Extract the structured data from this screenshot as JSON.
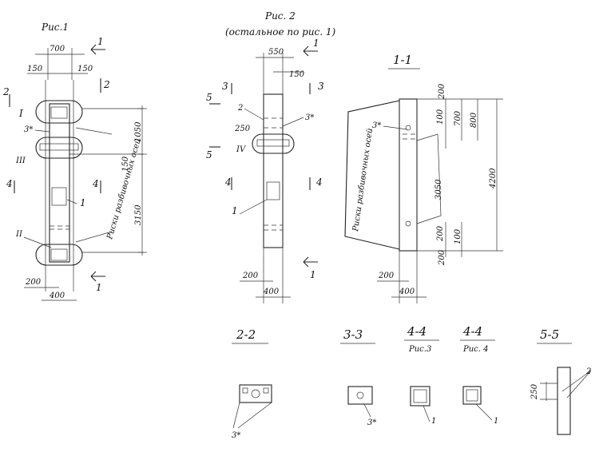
{
  "figures": {
    "fig1": {
      "title": "Рис.1"
    },
    "fig2": {
      "title": "Рис. 2",
      "subtitle": "(остальное по рис. 1)"
    },
    "sec11": {
      "title": "1-1"
    }
  },
  "dims": {
    "d700": "700",
    "d150a": "150",
    "d150b": "150",
    "d1050": "1050",
    "d150c": "150",
    "d3150": "3150",
    "d200a": "200",
    "d400a": "400",
    "d550": "550",
    "d150d": "150",
    "d250": "250",
    "d200b": "200",
    "d400b": "400",
    "d200c": "200",
    "d100a": "100",
    "d700b": "700",
    "d800": "800",
    "d4200": "4200",
    "d3050": "3050",
    "d200d": "200",
    "d100b": "100",
    "d200e": "200",
    "d200f": "200",
    "d400c": "400",
    "d250b": "250"
  },
  "labels": {
    "cut1a": "1",
    "cut1b": "1",
    "cut1c": "1",
    "cut1d": "1",
    "cut2a": "2",
    "cut2b": "2",
    "cut3a": "3",
    "cut3b": "3",
    "cut4a": "4",
    "cut4b": "4",
    "cut4c": "4",
    "cut4d": "4",
    "cut5a": "5",
    "cut5b": "5",
    "nodeI": "I",
    "nodeII": "II",
    "nodeIII": "III",
    "nodeIV": "IV",
    "mark3a": "3*",
    "mark3b": "3*",
    "mark3c": "3*",
    "mark3d": "3*",
    "mark1a": "1",
    "mark1b": "1",
    "mark1c": "1",
    "mark1d": "1",
    "mark2a": "2",
    "mark2b": "2",
    "risk1": "Риски разбивочных осей",
    "risk2": "Риски разбивочных осей"
  },
  "sections": {
    "s22": {
      "title": "2-2"
    },
    "s33": {
      "title": "3-3"
    },
    "s44a": {
      "title": "4-4",
      "sub": "Рис.3"
    },
    "s44b": {
      "title": "4-4",
      "sub": "Рис. 4"
    },
    "s55": {
      "title": "5-5"
    }
  }
}
